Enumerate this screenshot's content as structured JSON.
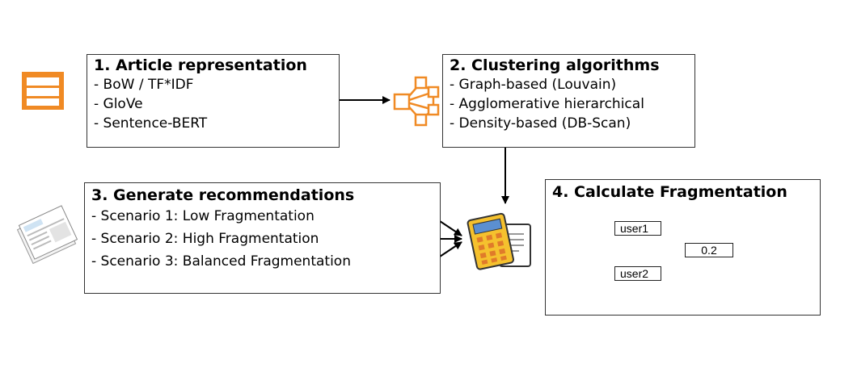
{
  "step1": {
    "title": "1. Article representation",
    "items": [
      "- BoW / TF*IDF",
      "- GloVe",
      "- Sentence-BERT"
    ]
  },
  "step2": {
    "title": "2. Clustering algorithms",
    "items": [
      "- Graph-based (Louvain)",
      "- Agglomerative hierarchical",
      "- Density-based (DB-Scan)"
    ]
  },
  "step3": {
    "title": "3. Generate recommendations",
    "items": [
      "- Scenario 1: Low Fragmentation",
      "- Scenario 2: High Fragmentation",
      "- Scenario 3: Balanced Fragmentation"
    ]
  },
  "step4": {
    "title": "4. Calculate Fragmentation",
    "user1": "user1",
    "user2": "user2",
    "score": "0.2"
  },
  "icons": {
    "representation": "list-layout-icon",
    "clustering": "network-graph-icon",
    "news": "newspaper-icon",
    "recommendation": "article-card-icon",
    "calculator": "calculator-icon"
  },
  "colors": {
    "accent_orange": "#f08a24",
    "calculator_yellow": "#f5c12e"
  }
}
